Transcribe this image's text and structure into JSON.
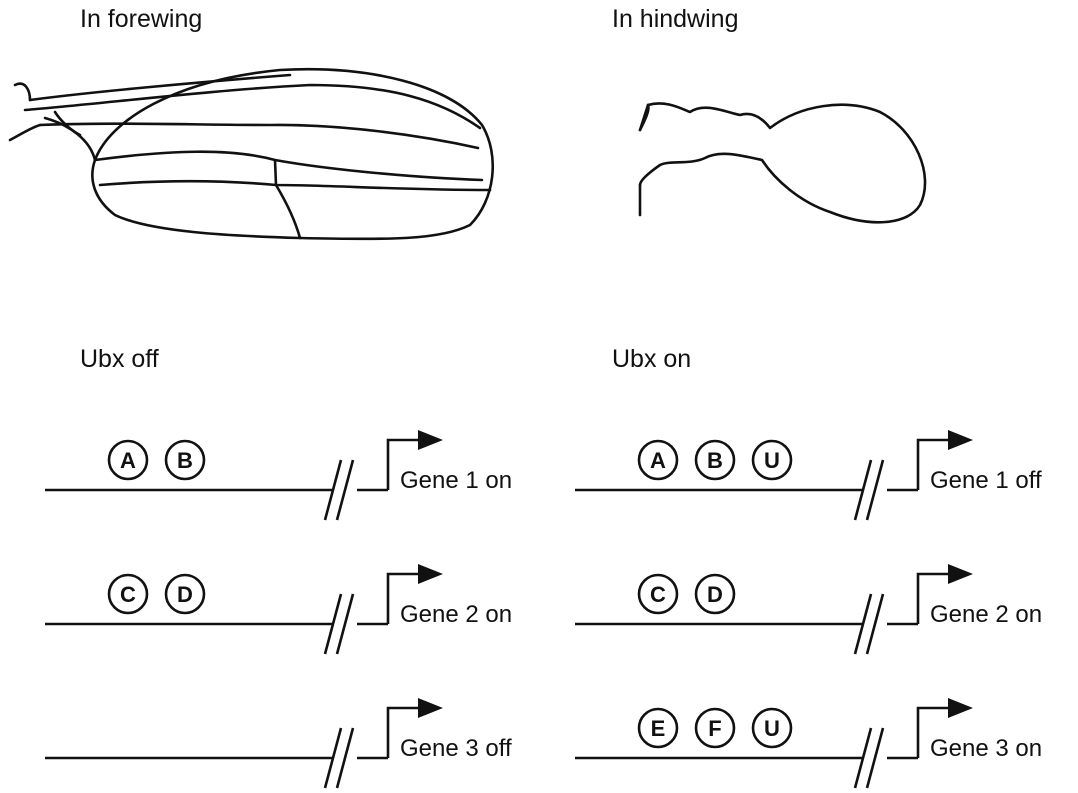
{
  "panels": {
    "forewing": {
      "title": "In forewing"
    },
    "hindwing": {
      "title": "In hindwing"
    }
  },
  "conditions": {
    "left": {
      "title": "Ubx off",
      "rows": [
        {
          "factors": [
            "A",
            "B"
          ],
          "gene_label": "Gene 1 on"
        },
        {
          "factors": [
            "C",
            "D"
          ],
          "gene_label": "Gene 2 on"
        },
        {
          "factors": [],
          "gene_label": "Gene 3 off"
        }
      ]
    },
    "right": {
      "title": "Ubx on",
      "rows": [
        {
          "factors": [
            "A",
            "B",
            "U"
          ],
          "gene_label": "Gene 1 off"
        },
        {
          "factors": [
            "C",
            "D"
          ],
          "gene_label": "Gene 2 on"
        },
        {
          "factors": [
            "E",
            "F",
            "U"
          ],
          "gene_label": "Gene 3 on"
        }
      ]
    }
  },
  "colors": {
    "ink": "#111111",
    "background": "#ffffff"
  }
}
